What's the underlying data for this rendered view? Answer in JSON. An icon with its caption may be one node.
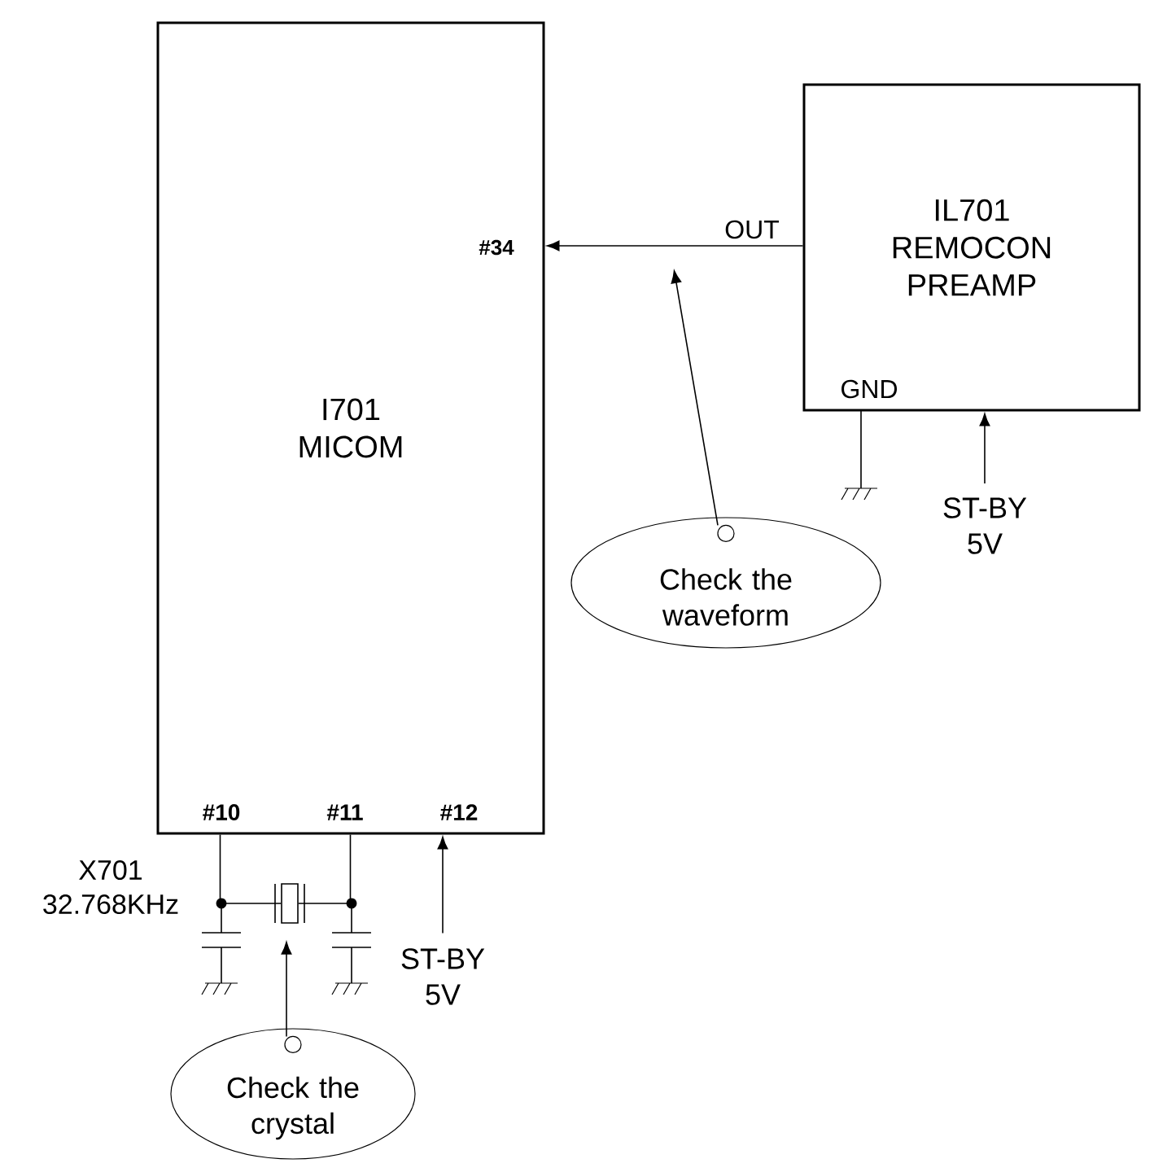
{
  "diagram": {
    "nodes": [
      {
        "text": [
          "I701 MICOM"
        ]
      },
      {
        "text": [
          "IL701 REMOCON PREAMP"
        ]
      },
      {
        "text": [
          "ST-BY 5V"
        ]
      },
      {
        "text": [
          "Check the waveform"
        ]
      },
      {
        "text": [],
        "shape": "crystal"
      },
      {
        "text": [
          "ST-BY 5V"
        ]
      },
      {
        "text": [
          "Check the crystal"
        ]
      }
    ],
    "edges": [
      {
        "from": 1,
        "to": 0,
        "arrow": "to"
      },
      {
        "from": 2,
        "to": 1,
        "arrow": "to"
      },
      {
        "from": 3,
        "to": null,
        "arrow": "to"
      },
      {
        "from": 0,
        "to": 4,
        "arrow": "none"
      },
      {
        "from": 4,
        "to": 0,
        "arrow": "none"
      },
      {
        "from": 5,
        "to": 0,
        "arrow": "to"
      },
      {
        "from": 6,
        "to": 4,
        "arrow": "to"
      }
    ],
    "labels": [
      "#34",
      "OUT",
      "GND",
      "#10",
      "#11",
      "#12",
      "X701 32.768KHz"
    ]
  }
}
